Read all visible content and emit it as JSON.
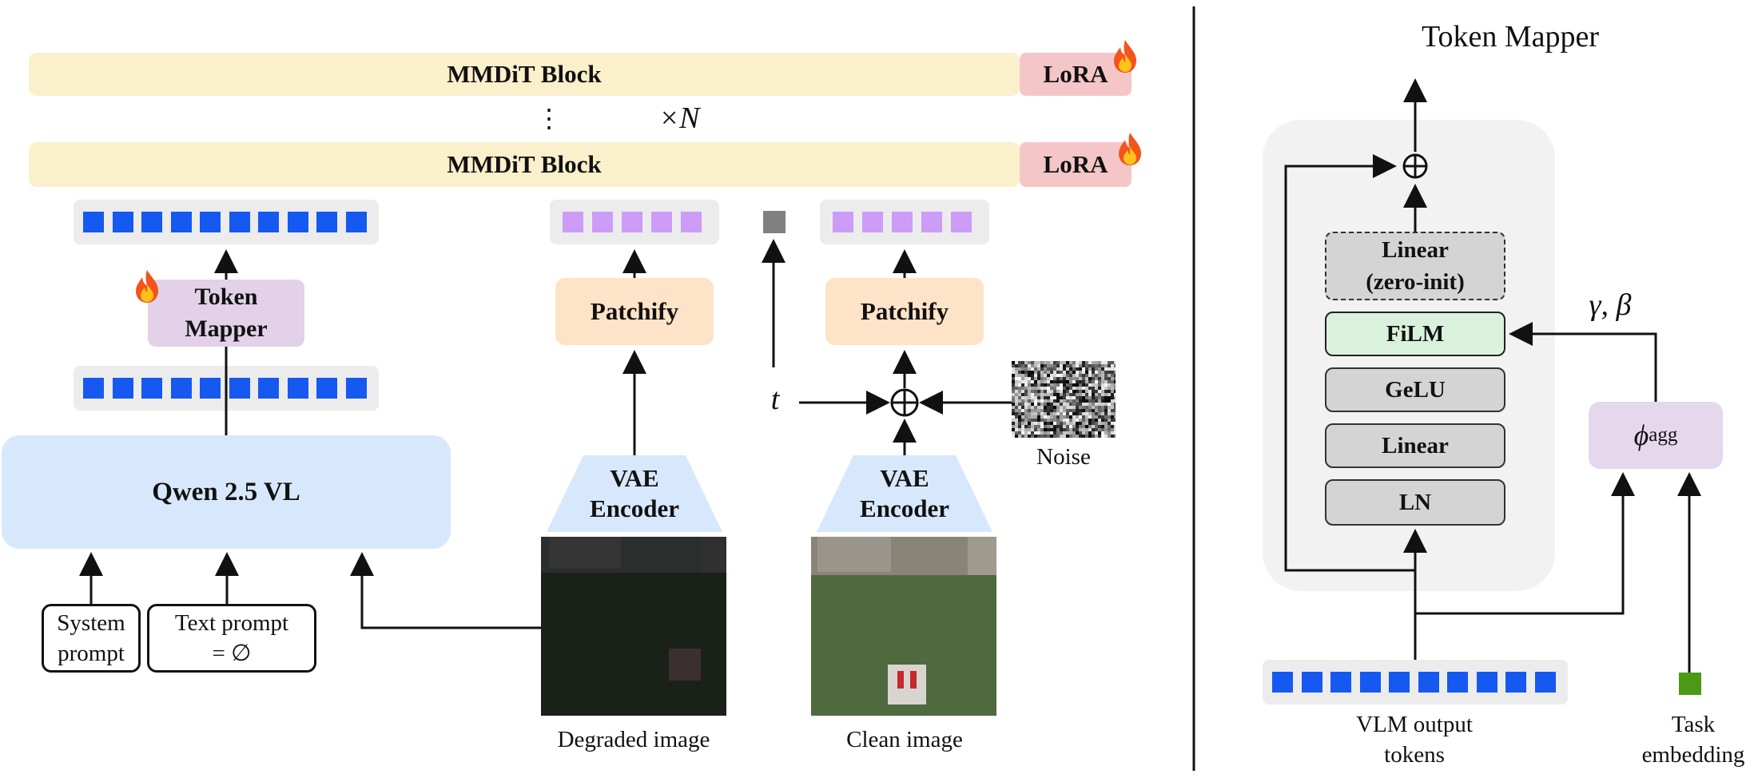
{
  "left": {
    "mmdit_top": {
      "label": "MMDiT Block",
      "lora": "LoRA"
    },
    "mmdit_bottom": {
      "label": "MMDiT Block",
      "lora": "LoRA"
    },
    "dots": "⋮",
    "repeat": "×N",
    "token_mapper": "Token\nMapper",
    "qwen": "Qwen 2.5 VL",
    "system_prompt": "System\nprompt",
    "text_prompt": "Text prompt\n= ∅",
    "patchify_degraded": "Patchify",
    "patchify_clean": "Patchify",
    "vae_degraded": "VAE\nEncoder",
    "vae_clean": "VAE\nEncoder",
    "timestep": "t",
    "noise_label": "Noise",
    "degraded_caption": "Degraded image",
    "clean_caption": "Clean image"
  },
  "right": {
    "title": "Token Mapper",
    "linear_zero": "Linear\n(zero-init)",
    "film": "FiLM",
    "gelu": "GeLU",
    "linear": "Linear",
    "ln": "LN",
    "gamma_beta": "γ, β",
    "phi": "ϕ",
    "phi_sub": "agg",
    "vlm_caption": "VLM output\ntokens",
    "task_caption": "Task\nembedding"
  },
  "colors": {
    "token_blue": "#1659f0",
    "latent_purple": "#cc9cf7",
    "timestep_gray": "#808080",
    "task_green": "#4b9a16",
    "fire": "#f2541b"
  },
  "icons": {
    "trainable": "fire-icon",
    "sum": "circle-plus-icon"
  }
}
